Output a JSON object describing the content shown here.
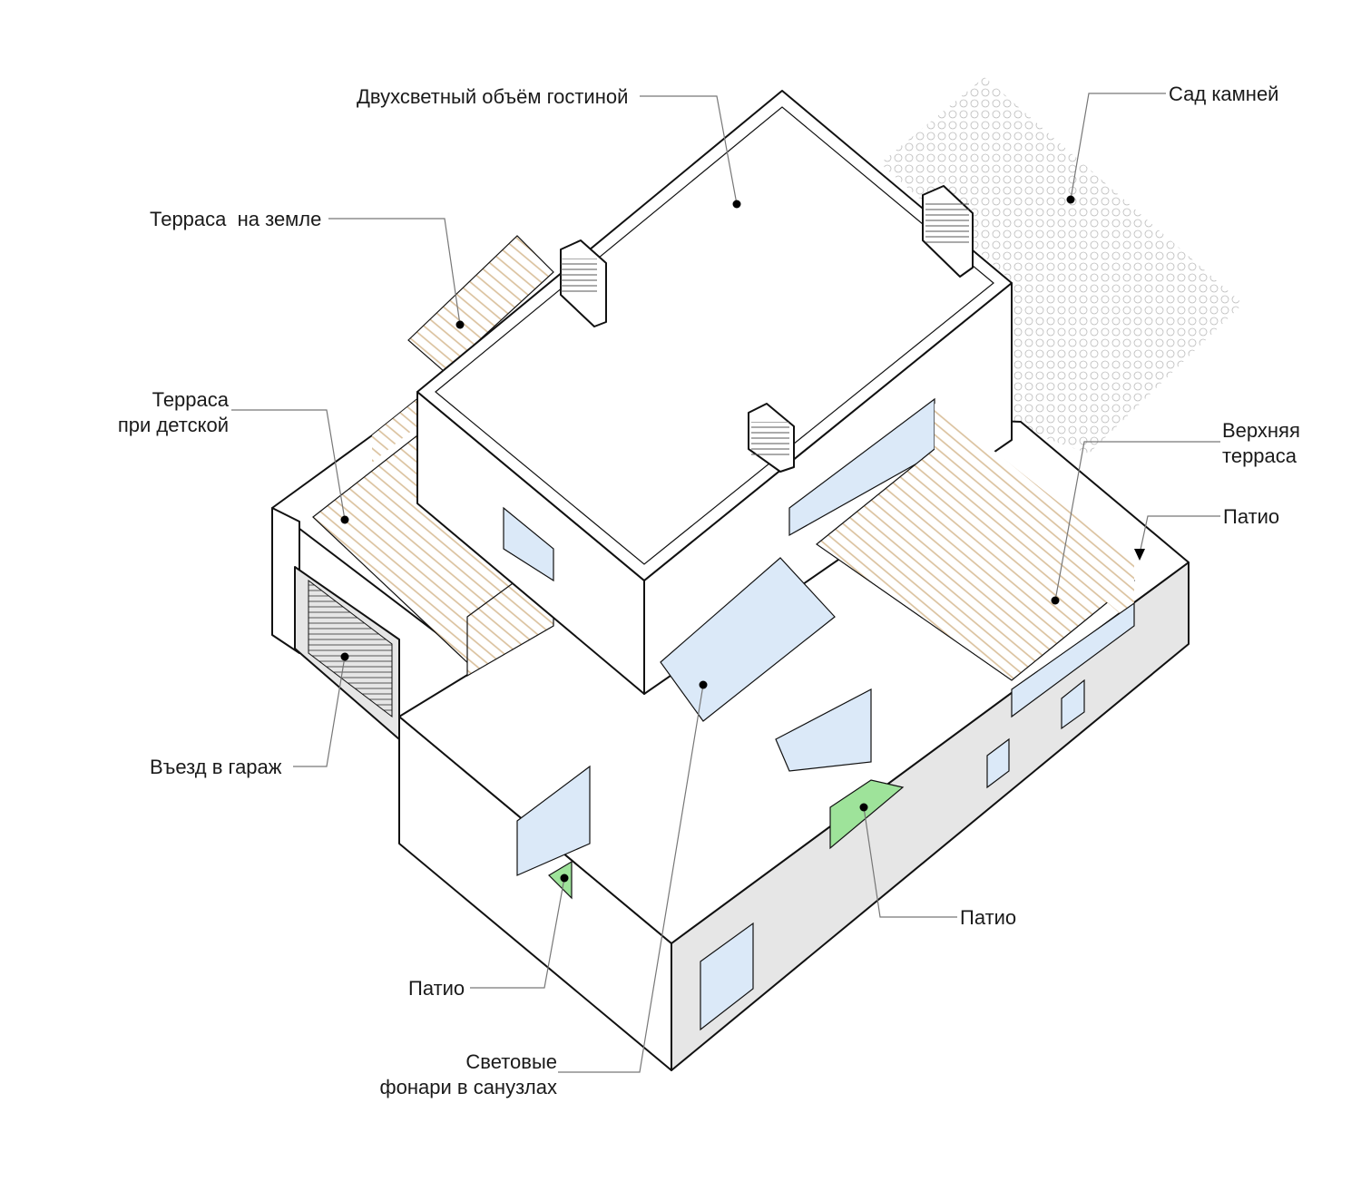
{
  "labels": {
    "living_double_height": "Двухсветный объём гостиной",
    "rock_garden": "Сад камней",
    "ground_terrace": "Терраса  на земле",
    "kids_terrace_line1": "Терраса",
    "kids_terrace_line2": "при детской",
    "upper_terrace_line1": "Верхняя",
    "upper_terrace_line2": "терраса",
    "patio_right": "Патио",
    "garage_entry": "Въезд в гараж",
    "patio_center": "Патио",
    "patio_left": "Патио",
    "skylights_line1": "Световые",
    "skylights_line2": "фонари в санузлах"
  },
  "colors": {
    "wood": "#d9bf9a",
    "glass": "#dbe9f8",
    "grass": "#9ee39a",
    "shade": "#e6e6e6",
    "line": "#111111"
  }
}
